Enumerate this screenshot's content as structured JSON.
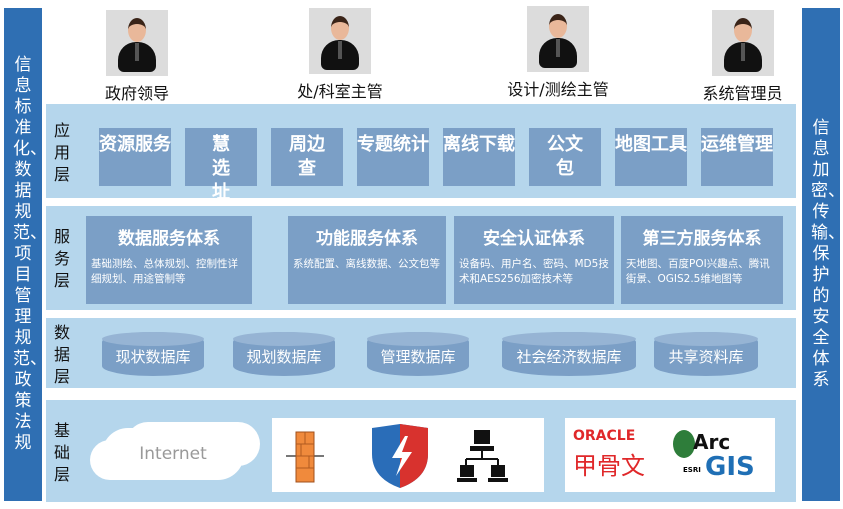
{
  "left_bar": "信息标准化、数据规范、项目管理规范、政策法规",
  "right_bar": "信息加密、传输、保护的安全体系",
  "users": [
    "政府领导",
    "处/科室主管",
    "设计/测绘主管",
    "系统管理员"
  ],
  "app_layer": {
    "title": "应用层",
    "items": [
      "资源服务",
      "慧选址",
      "周边查",
      "专题统计",
      "离线下载",
      "公文包",
      "地图工具",
      "运维管理"
    ]
  },
  "service_layer": {
    "title": "服务层",
    "items": [
      {
        "title": "数据服务体系",
        "desc": "基础测绘、总体规划、控制性详细规划、用途管制等"
      },
      {
        "title": "功能服务体系",
        "desc": "系统配置、离线数据、公文包等"
      },
      {
        "title": "安全认证体系",
        "desc": "设备码、用户名、密码、MD5技术和AES256加密技术等"
      },
      {
        "title": "第三方服务体系",
        "desc": "天地图、百度POI兴趣点、腾讯街景、OGIS2.5维地图等"
      }
    ]
  },
  "data_layer": {
    "title": "数据层",
    "items": [
      "现状数据库",
      "规划数据库",
      "管理数据库",
      "社会经济数据库",
      "共享资料库"
    ]
  },
  "base_layer": {
    "title": "基础层",
    "internet": "Internet",
    "oracle": "ORACLE",
    "oracle_cn": "甲骨文",
    "esri": "ESRI",
    "arc": "Arc",
    "gis": "GIS"
  }
}
